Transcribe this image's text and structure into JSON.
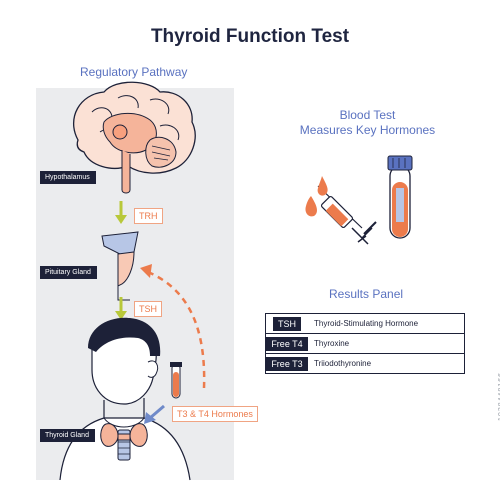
{
  "title": "Thyroid Function Test",
  "regulatory": {
    "heading": "Regulatory Pathway",
    "labels": {
      "hypothalamus": "Hypothalamus",
      "pituitary": "Pituitary Gland",
      "thyroid": "Thyroid Gland"
    },
    "hormones": {
      "trh": "TRH",
      "tsh": "TSH",
      "t3t4": "T3 & T4 Hormones"
    }
  },
  "blood_test": {
    "line1": "Blood Test",
    "line2": "Measures Key Hormones"
  },
  "results_panel": {
    "heading": "Results Panel",
    "rows": [
      {
        "code": "TSH",
        "name": "Thyroid-Stimulating Hormone"
      },
      {
        "code": "Free T4",
        "name": "Thyroxine"
      },
      {
        "code": "Free T3",
        "name": "Triiodothyronine"
      }
    ]
  },
  "stock_id": "1938448166",
  "colors": {
    "navy": "#1d2138",
    "accent_blue": "#5a72c0",
    "orange": "#ec7b4c",
    "green_arrow": "#b8c83a",
    "panel_bg": "#ebecee"
  }
}
